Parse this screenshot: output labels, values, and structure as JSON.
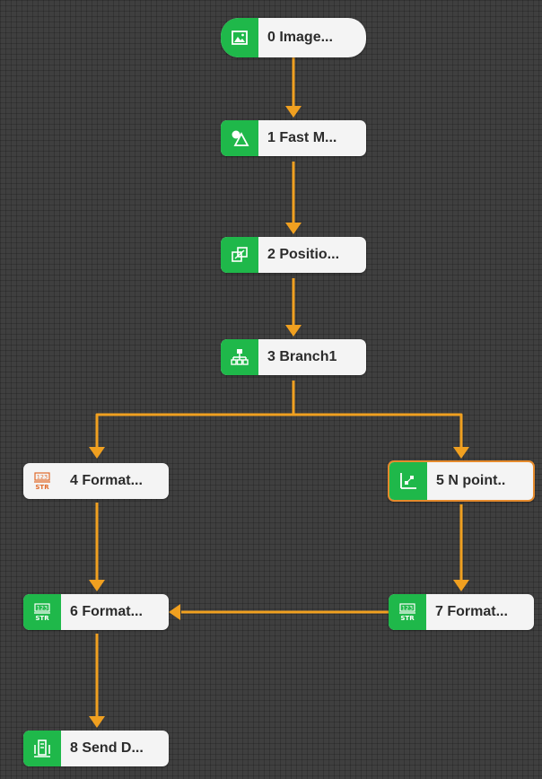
{
  "colors": {
    "node_accent": "#1fb84a",
    "edge": "#f0a020",
    "selected_border": "#e58a2c",
    "str_icon": "#e06a2a",
    "canvas": "#3f3f3f"
  },
  "nodes": [
    {
      "id": 0,
      "label": "0 Image...",
      "icon": "image-icon",
      "icon_style": "filled"
    },
    {
      "id": 1,
      "label": "1 Fast M...",
      "icon": "shape-match-icon",
      "icon_style": "filled"
    },
    {
      "id": 2,
      "label": "2 Positio...",
      "icon": "position-correction-icon",
      "icon_style": "filled"
    },
    {
      "id": 3,
      "label": "3 Branch1",
      "icon": "branch-icon",
      "icon_style": "filled"
    },
    {
      "id": 4,
      "label": "4 Format...",
      "icon": "format-str-icon",
      "icon_style": "plain"
    },
    {
      "id": 5,
      "label": "5 N point..",
      "icon": "n-point-icon",
      "icon_style": "filled",
      "selected": true
    },
    {
      "id": 6,
      "label": "6 Format...",
      "icon": "format-str-icon",
      "icon_style": "filled"
    },
    {
      "id": 7,
      "label": "7 Format...",
      "icon": "format-str-icon",
      "icon_style": "filled"
    },
    {
      "id": 8,
      "label": "8 Send D...",
      "icon": "send-data-icon",
      "icon_style": "filled"
    }
  ],
  "edges": [
    {
      "from": 0,
      "to": 1
    },
    {
      "from": 1,
      "to": 2
    },
    {
      "from": 2,
      "to": 3
    },
    {
      "from": 3,
      "to": 4
    },
    {
      "from": 3,
      "to": 5
    },
    {
      "from": 4,
      "to": 6
    },
    {
      "from": 5,
      "to": 7
    },
    {
      "from": 7,
      "to": 6
    },
    {
      "from": 6,
      "to": 8
    }
  ]
}
